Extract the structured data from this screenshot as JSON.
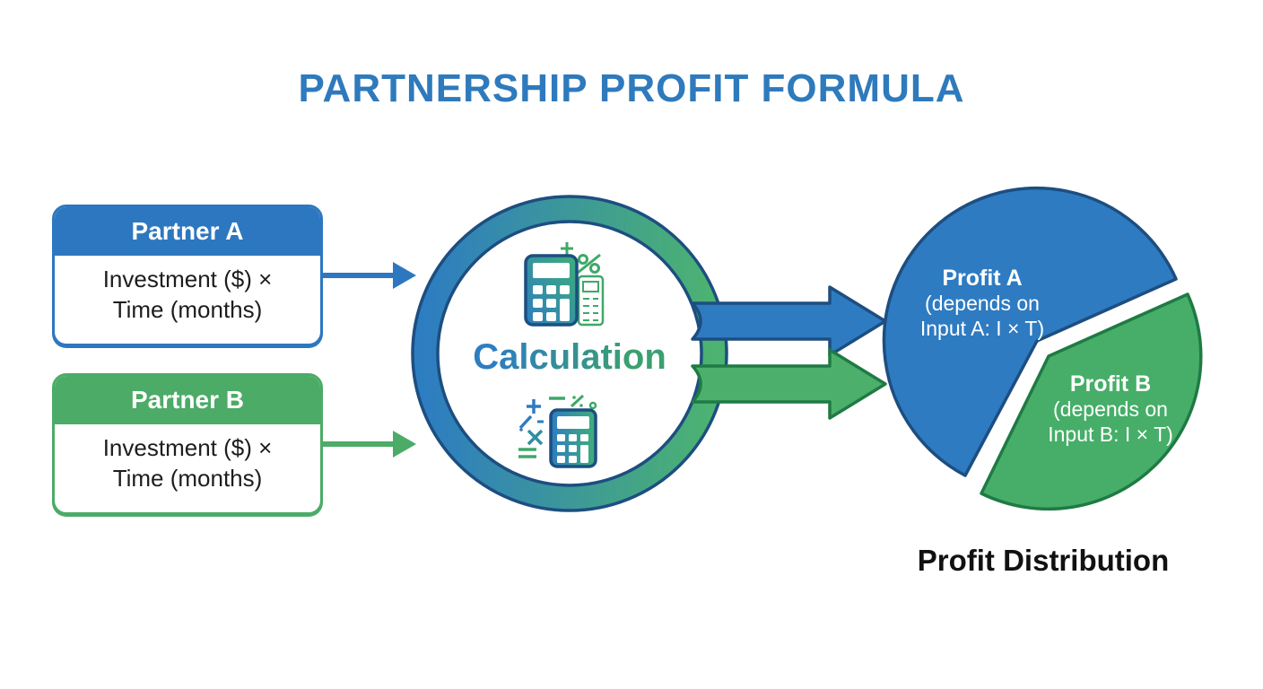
{
  "title": "PARTNERSHIP PROFIT FORMULA",
  "partners": {
    "a": {
      "name": "Partner A",
      "formula_line1": "Investment ($) ×",
      "formula_line2": "Time (months)",
      "color": "#2d77c0"
    },
    "b": {
      "name": "Partner B",
      "formula_line1": "Investment ($) ×",
      "formula_line2": "Time (months)",
      "color": "#4cab67"
    }
  },
  "calculation": {
    "label": "Calculation",
    "icons": [
      "calculator-receipt-icon",
      "calculator-math-symbols-icon"
    ]
  },
  "profit_distribution": {
    "caption": "Profit Distribution",
    "slice_a": {
      "title": "Profit A",
      "detail_line1": "(depends on",
      "detail_line2": "Input A: I × T)"
    },
    "slice_b": {
      "title": "Profit B",
      "detail_line1": "(depends on",
      "detail_line2": "Input B: I × T)"
    }
  },
  "colors": {
    "title_blue": "#2e7abc",
    "partner_a_blue": "#2d77c0",
    "partner_b_green": "#4cab67",
    "navy_outline": "#1d4e80",
    "green_outline": "#1f7a44",
    "pie_blue": "#2e7bc2",
    "pie_green": "#46ae68",
    "text_dark": "#1b1b1b"
  },
  "chart_data": {
    "type": "pie",
    "title": "Profit Distribution",
    "slices": [
      {
        "label": "Profit A (depends on Input A: I × T)",
        "value_pct": 61,
        "color": "#2e7bc2"
      },
      {
        "label": "Profit B (depends on Input B: I × T)",
        "value_pct": 39,
        "color": "#46ae68"
      }
    ],
    "legend": "none",
    "exploded_slice": "Profit B"
  }
}
